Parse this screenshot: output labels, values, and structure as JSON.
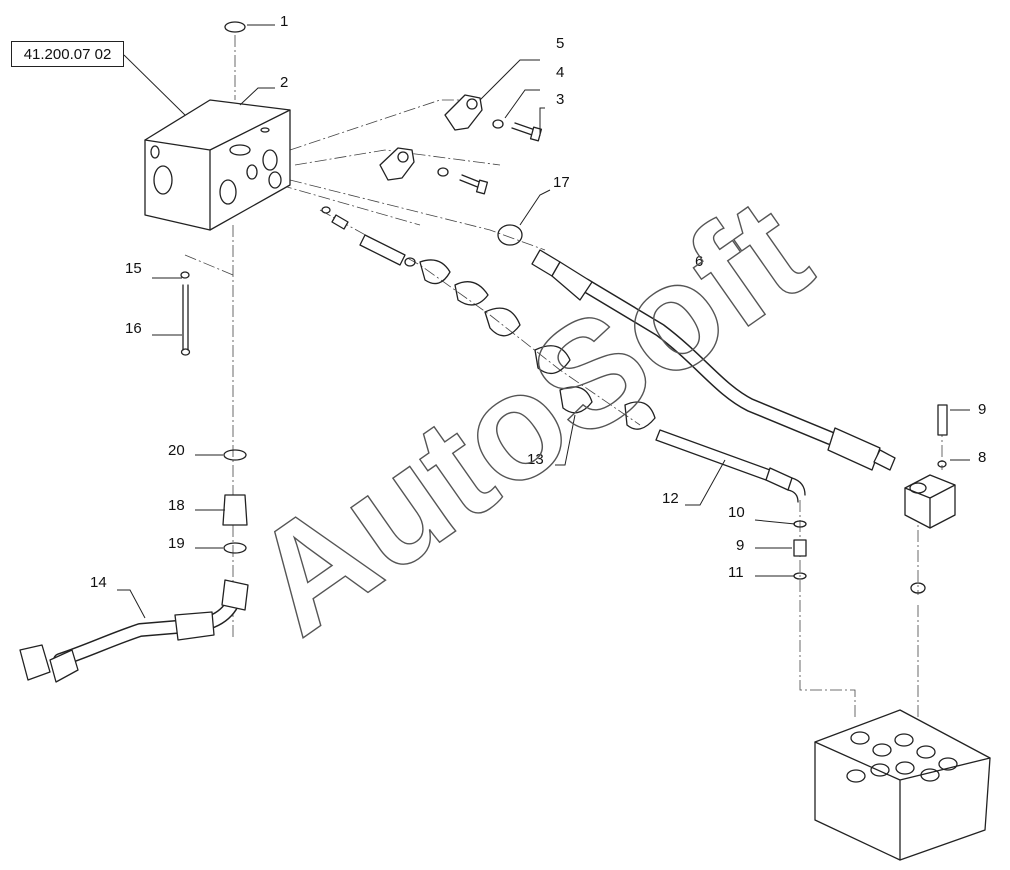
{
  "diagram": {
    "reference_code": "41.200.07 02",
    "watermark": "AutoSoft",
    "callouts": [
      "1",
      "2",
      "3",
      "4",
      "5",
      "6",
      "8",
      "9",
      "9",
      "10",
      "11",
      "12",
      "13",
      "14",
      "15",
      "16",
      "17",
      "18",
      "19",
      "20"
    ]
  }
}
